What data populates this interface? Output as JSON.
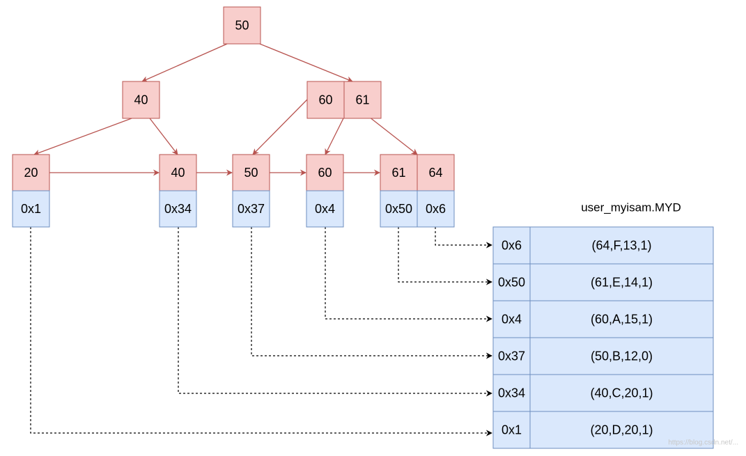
{
  "tree": {
    "root": {
      "keys": [
        "50"
      ]
    },
    "internal": [
      {
        "keys": [
          "40"
        ]
      },
      {
        "keys": [
          "60",
          "61"
        ]
      }
    ],
    "leaves": [
      {
        "keys": [
          "20"
        ],
        "ptrs": [
          "0x1"
        ]
      },
      {
        "keys": [
          "40"
        ],
        "ptrs": [
          "0x34"
        ]
      },
      {
        "keys": [
          "50"
        ],
        "ptrs": [
          "0x37"
        ]
      },
      {
        "keys": [
          "60"
        ],
        "ptrs": [
          "0x4"
        ]
      },
      {
        "keys": [
          "61",
          "64"
        ],
        "ptrs": [
          "0x50",
          "0x6"
        ]
      }
    ]
  },
  "data_file": {
    "title": "user_myisam.MYD",
    "rows": [
      {
        "addr": "0x6",
        "value": "(64,F,13,1)"
      },
      {
        "addr": "0x50",
        "value": "(61,E,14,1)"
      },
      {
        "addr": "0x4",
        "value": "(60,A,15,1)"
      },
      {
        "addr": "0x37",
        "value": "(50,B,12,0)"
      },
      {
        "addr": "0x34",
        "value": "(40,C,20,1)"
      },
      {
        "addr": "0x1",
        "value": "(20,D,20,1)"
      }
    ]
  },
  "watermark": "https://blog.csdn.net/..."
}
